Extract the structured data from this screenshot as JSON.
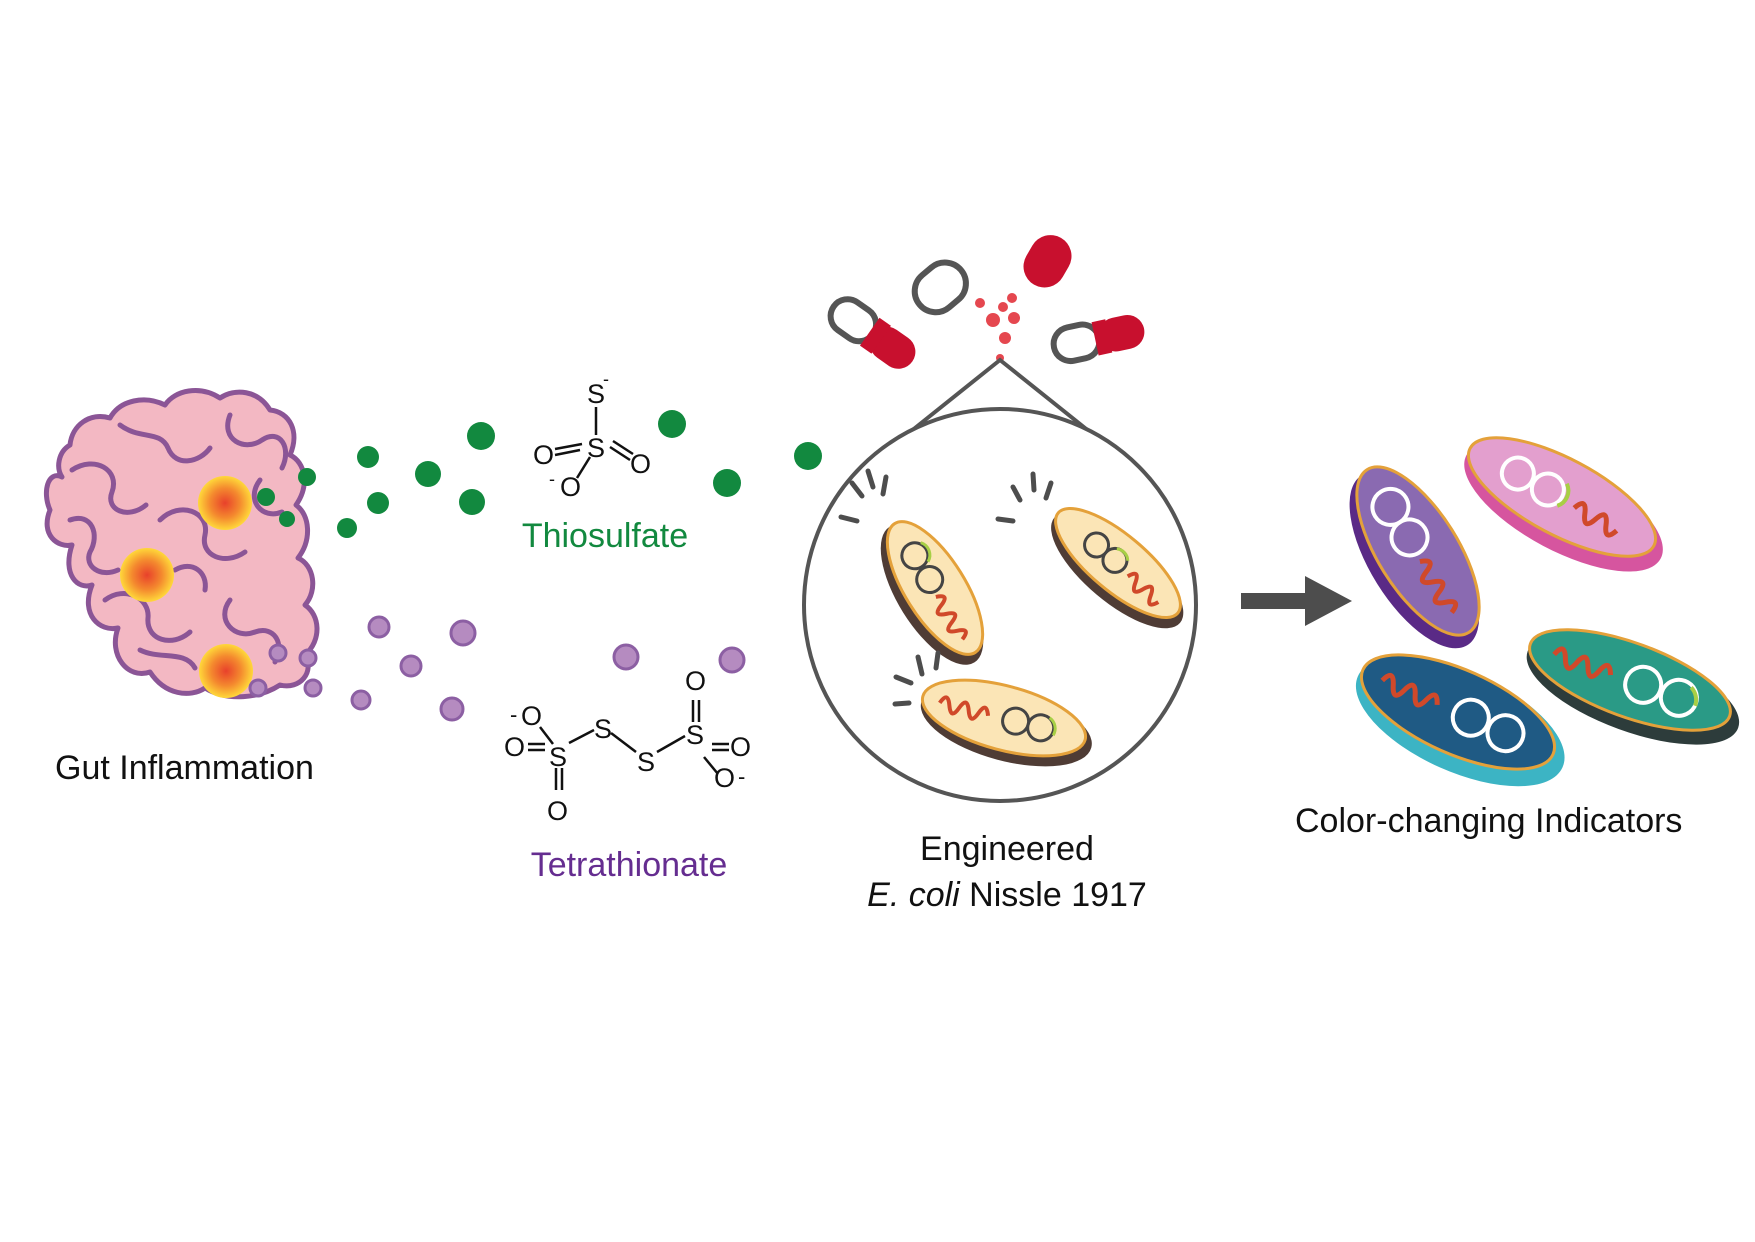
{
  "labels": {
    "gut": "Gut Inflammation",
    "thiosulfate": "Thiosulfate",
    "tetrathionate": "Tetrathionate",
    "engineered_line1": "Engineered",
    "engineered_species": "E. coli",
    "engineered_strain": " Nissle 1917",
    "indicators": "Color-changing Indicators"
  },
  "chem": {
    "s_minus": "S",
    "s": "S",
    "o": "O",
    "minus": "-"
  },
  "colors": {
    "thiosulfate": "#12893f",
    "tetrathionate": "#652d90",
    "gut_fill": "#f3b8c3",
    "gut_outline": "#8b5596",
    "capsule_red": "#c8102e",
    "arrow": "#4d4d4d",
    "cell_cream": "#fbe5b6",
    "cell_dark": "#4f3c35",
    "dna": "#d0492a",
    "plasmid_green": "#a8cf45"
  },
  "icons": [
    "intestine-icon",
    "capsule-icon",
    "bacterium-icon",
    "magnifier-circle-icon",
    "right-arrow-icon"
  ]
}
